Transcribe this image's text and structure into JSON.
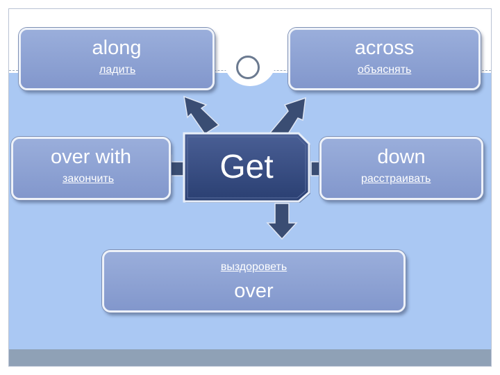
{
  "center": {
    "label": "Get"
  },
  "boxes": {
    "along": {
      "main": "along",
      "sub": "ладить"
    },
    "across": {
      "main": "across",
      "sub": "объяснять"
    },
    "over_with": {
      "main": "over with",
      "sub": "закончить"
    },
    "down": {
      "main": "down",
      "sub": "расстраивать"
    },
    "over": {
      "main": "over",
      "sub": "выздороветь"
    }
  },
  "colors": {
    "background_blue": "#aac8f3",
    "box_fill": "#8297cc",
    "center_fill": "#2e4478",
    "arrow_fill": "#3a4d73",
    "bottom_bar": "#8fa1b6"
  }
}
